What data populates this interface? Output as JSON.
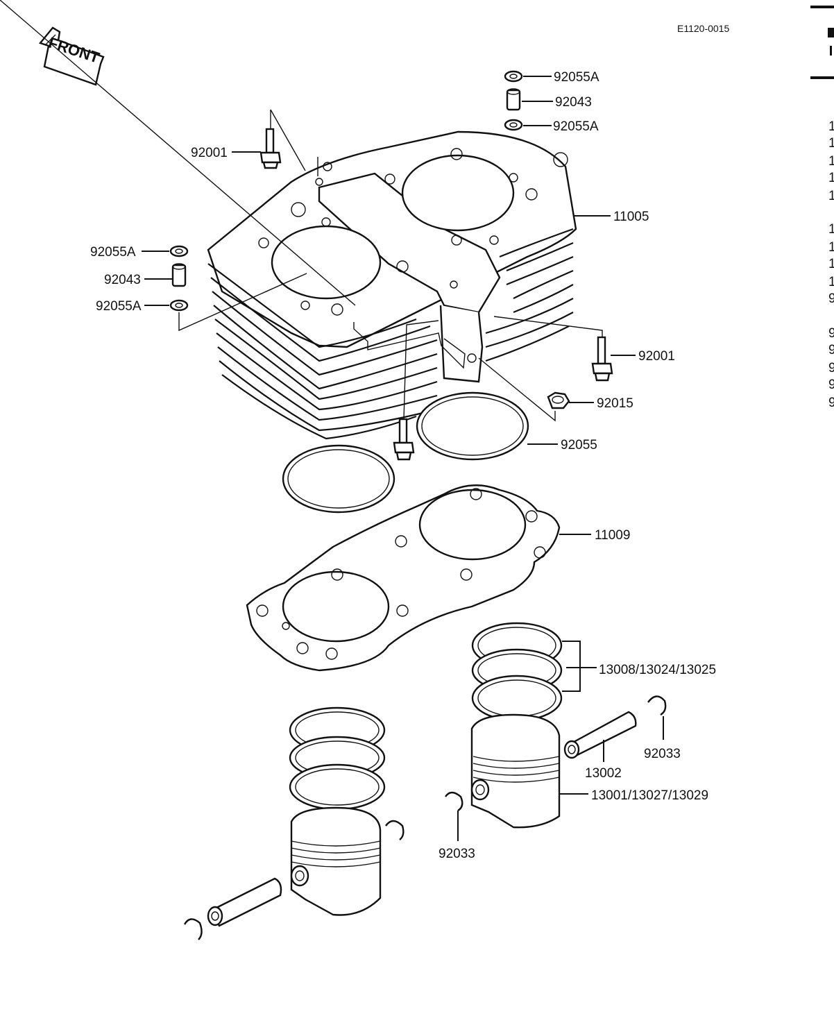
{
  "diagram": {
    "code": "E1120-0015",
    "front_label": "FRONT",
    "labels": {
      "washer_top_1": "92055A",
      "dowel_top": "92043",
      "washer_top_2": "92055A",
      "bolt_left": "92001",
      "cylinder_block": "11005",
      "washer_left_1": "92055A",
      "dowel_left": "92043",
      "washer_left_2": "92055A",
      "bolt_right": "92001",
      "nut": "92015",
      "oring": "92055",
      "head_gasket": "11009",
      "ring_set": "13008/13024/13025",
      "circlip_right": "92033",
      "piston_pin": "13002",
      "piston": "13001/13027/13029",
      "circlip_mid": "92033"
    },
    "side_index": [
      "1",
      "1",
      "1",
      "1",
      "1",
      "1",
      "1",
      "1",
      "1",
      "9",
      "9",
      "9",
      "9",
      "9",
      "9"
    ]
  }
}
